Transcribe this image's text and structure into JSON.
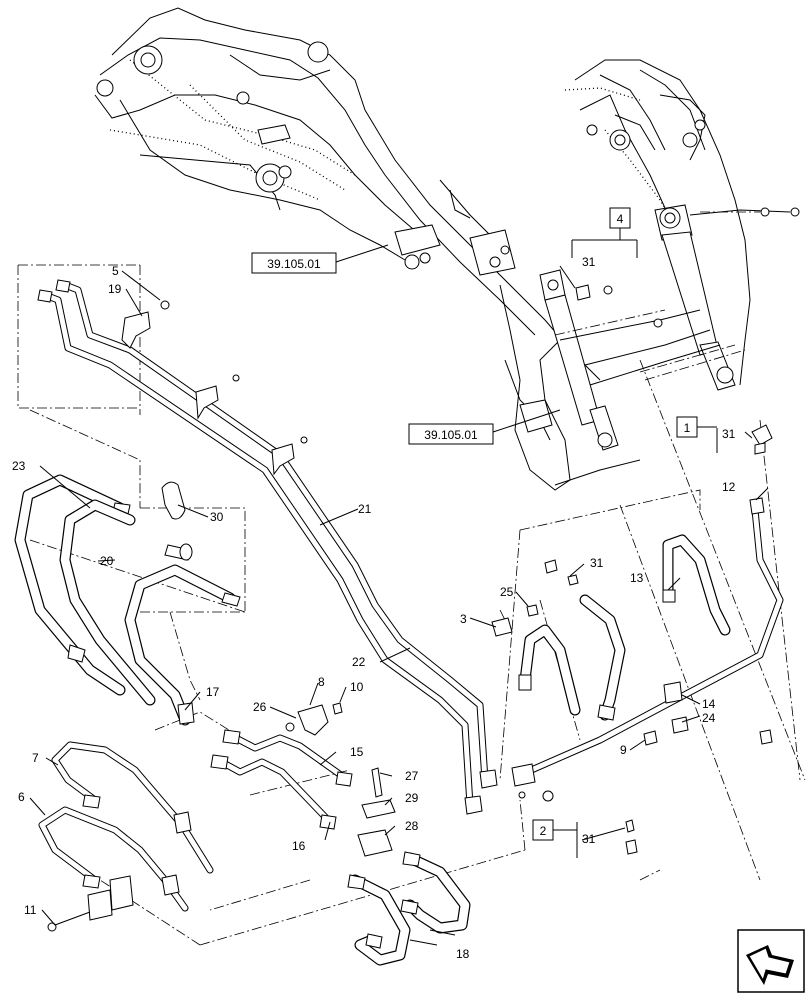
{
  "diagram": {
    "references": [
      "39.105.01",
      "39.105.01"
    ],
    "callouts": [
      "1",
      "2",
      "3",
      "4",
      "5",
      "6",
      "7",
      "8",
      "9",
      "10",
      "11",
      "12",
      "13",
      "14",
      "15",
      "16",
      "17",
      "18",
      "19",
      "20",
      "21",
      "22",
      "23",
      "24",
      "25",
      "26",
      "27",
      "28",
      "29",
      "30",
      "31",
      "31",
      "31",
      "31",
      "31"
    ],
    "boxed_callouts": [
      "4",
      "1",
      "2"
    ],
    "nav_icon": "next-page-arrow-icon"
  }
}
